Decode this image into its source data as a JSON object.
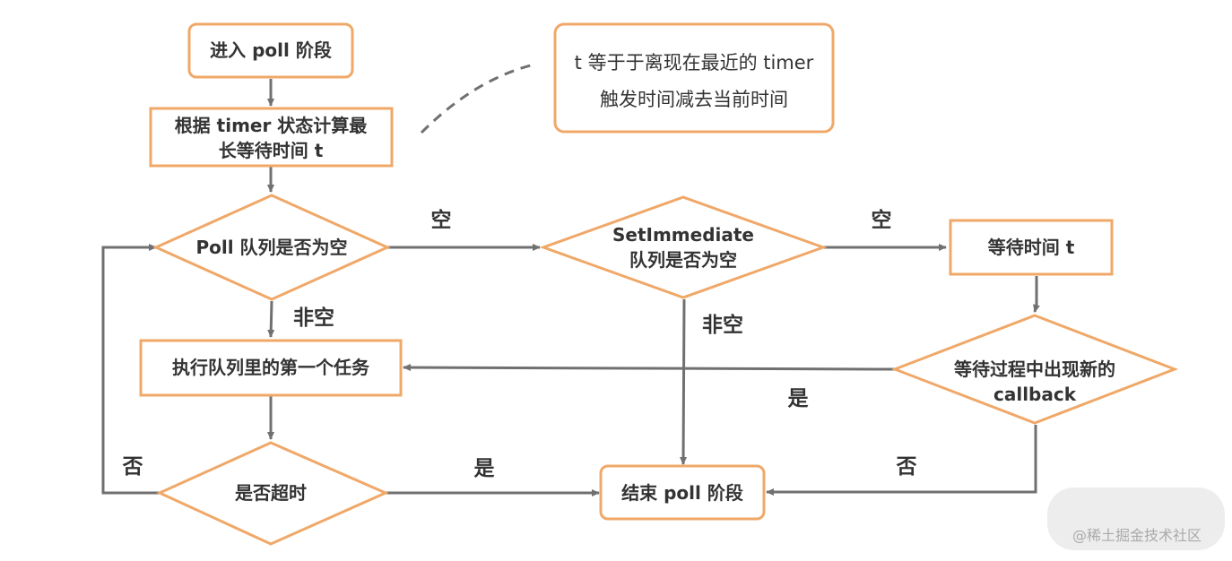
{
  "colors": {
    "node_stroke": "#f0a868",
    "edge": "#707070",
    "text": "#333333",
    "watermark": "#aaaaaa"
  },
  "nodes": {
    "start": "进入 poll 阶段",
    "calc_line1": "根据 timer 状态计算最",
    "calc_line2": "长等待时间 t",
    "poll_empty": "Poll 队列是否为空",
    "setimmediate_line1": "SetImmediate",
    "setimmediate_line2": "队列是否为空",
    "wait": "等待时间 t",
    "new_callback_line1": "等待过程中出现新的",
    "new_callback_line2": "callback",
    "execute": "执行队列里的第一个任务",
    "timeout": "是否超时",
    "end": "结束 poll 阶段"
  },
  "note": {
    "line1": "t 等于于离现在最近的 timer",
    "line2": "触发时间减去当前时间"
  },
  "edge_labels": {
    "poll_empty_yes": "空",
    "poll_not_empty": "非空",
    "setimmediate_empty": "空",
    "setimmediate_not_empty": "非空",
    "callback_yes": "是",
    "callback_no": "否",
    "timeout_no": "否",
    "timeout_yes": "是"
  },
  "watermark": "@稀土掘金技术社区"
}
